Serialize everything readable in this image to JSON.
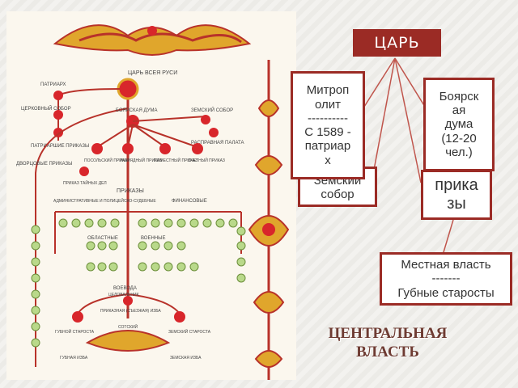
{
  "diagram": {
    "tsar": "ЦАРЬ",
    "metropolitan_lines": [
      "Митроп",
      "олит",
      "----------",
      "С 1589 -",
      "патриар",
      "х"
    ],
    "boyar_duma_lines": [
      "Боярск",
      "ая",
      "дума",
      "(12-20",
      "чел.)"
    ],
    "zemsky_sobor_lines": [
      "Земский",
      "собор"
    ],
    "prikazy_lines": [
      "прика",
      "зы"
    ],
    "local_power_lines": [
      "Местная власть",
      "-------",
      "Губные старосты"
    ],
    "central_power_lines": [
      "ЦЕНТРАЛЬНАЯ",
      "ВЛАСТЬ"
    ]
  },
  "scan_labels": {
    "top": "ЦАРЬ ВСЕЯ РУСИ",
    "patriarch": "ПАТРИАРХ",
    "church_council": "ЦЕРКОВНЫЙ СОБОР",
    "patriarch_prikazy": "ПАТРИАРШИЕ ПРИКАЗЫ",
    "boyar_duma": "БОЯРСКАЯ ДУМА",
    "zemsky_sobor": "ЗЕМСКИЙ СОБОР",
    "raspravnaya": "РАСПРАВНАЯ ПАЛАТА",
    "posolsky": "ПОСОЛЬСКИЙ ПРИКАЗ",
    "razryadny": "РАЗРЯДНЫЙ ПРИКАЗ",
    "pomestny": "ПОМЕСТНЫЙ ПРИКАЗ",
    "schetny": "СЧЕТНЫЙ ПРИКАЗ",
    "dvortsovye": "ДВОРЦОВЫЕ ПРИКАЗЫ",
    "tayny": "ПРИКАЗ ТАЙНЫХ ДЕЛ",
    "prikazy": "ПРИКАЗЫ",
    "administrative": "АДМИНИСТРАТИВНЫЕ И ПОЛИЦЕЙСКО-СУДЕБНЫЕ",
    "financial": "ФИНАНСОВЫЕ",
    "oblastnye": "ОБЛАСТНЫЕ",
    "voennye": "ВОЕННЫЕ",
    "voevoda": "ВОЕВОДА",
    "gubnoy_starosta": "ГУБНОЙ СТАРОСТА",
    "prikaznaya_izba": "ПРИКАЗНАЯ (СЪЕЗЖАЯ) ИЗБА",
    "zemsky_starosta": "ЗЕМСКИЙ СТАРОСТА",
    "gubnaya_izba": "ГУБНАЯ ИЗБА",
    "zemskaya_izba": "ЗЕМСКАЯ ИЗБА",
    "tselovalnik": "ЦЕЛОВАЛЬНИК",
    "sotsky": "СОТСКИЙ"
  },
  "colors": {
    "accent": "#9b2b25",
    "node_red": "#d8262b",
    "node_green": "#b9d98a",
    "ornament_gold": "#e0a62c"
  }
}
